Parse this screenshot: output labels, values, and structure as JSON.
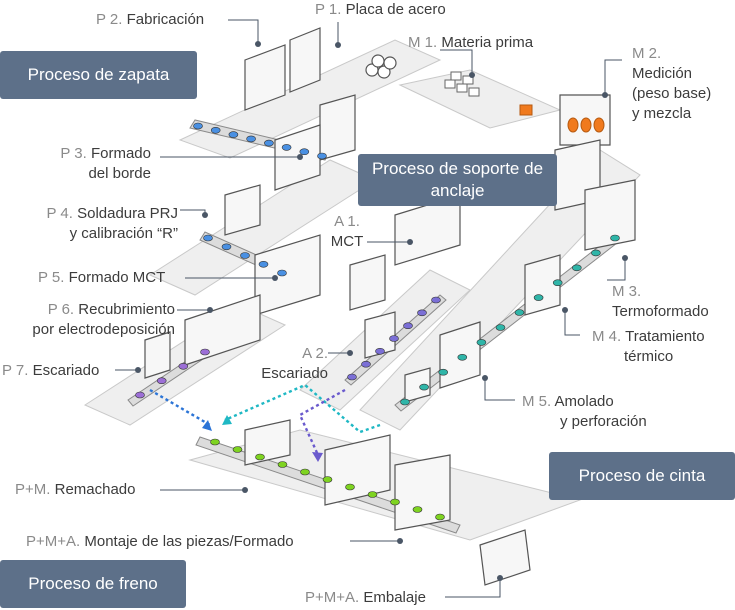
{
  "sections": {
    "zapata": "Proceso de zapata",
    "anclaje": "Proceso de soporte de anclaje",
    "cinta": "Proceso de cinta",
    "freno": "Proceso de freno"
  },
  "labels": {
    "p1": {
      "code": "P 1.",
      "text": "Placa de acero"
    },
    "p2": {
      "code": "P 2.",
      "text": "Fabricación"
    },
    "p3": {
      "code": "P 3.",
      "line1": "Formado",
      "line2": "del borde"
    },
    "p4": {
      "code": "P 4.",
      "line1": "Soldadura PRJ",
      "line2": "y calibración “R”"
    },
    "p5": {
      "code": "P 5.",
      "text": "Formado MCT"
    },
    "p6": {
      "code": "P 6.",
      "line1": "Recubrimiento",
      "line2": "por electrodeposición"
    },
    "p7": {
      "code": "P 7.",
      "text": "Escariado"
    },
    "m1": {
      "code": "M 1.",
      "text": "Materia prima"
    },
    "m2": {
      "code": "M 2.",
      "line1": "Medición",
      "line2": "(peso base)",
      "line3": "y mezcla"
    },
    "m3": {
      "code": "M 3.",
      "line2": "Termoformado"
    },
    "m4": {
      "code": "M 4.",
      "line1": "Tratamiento",
      "line2": "térmico"
    },
    "m5": {
      "code": "M 5.",
      "line1": "Amolado",
      "line2": "y perforación"
    },
    "a1": {
      "code": "A 1.",
      "line2": "MCT"
    },
    "a2": {
      "code": "A 2.",
      "line2": "Escariado"
    },
    "pm": {
      "code": "P+M.",
      "text": "Remachado"
    },
    "pma1": {
      "code": "P+M+A.",
      "text": "Montaje de las piezas/Formado"
    },
    "pma2": {
      "code": "P+M+A.",
      "text": "Embalaje"
    }
  },
  "colors": {
    "section_box": "#5d7089",
    "zapata_parts": "#4a90e2",
    "anclaje_parts": "#7b6fd6",
    "cinta_parts": "#2fb5a8",
    "escariado_parts": "#9c6fd6",
    "freno_parts": "#7ed321",
    "heat_lamp": "#f07a1e",
    "flow_blue": "#2b74d6",
    "flow_cyan": "#1fb8c4",
    "flow_purple": "#6a5acd"
  }
}
